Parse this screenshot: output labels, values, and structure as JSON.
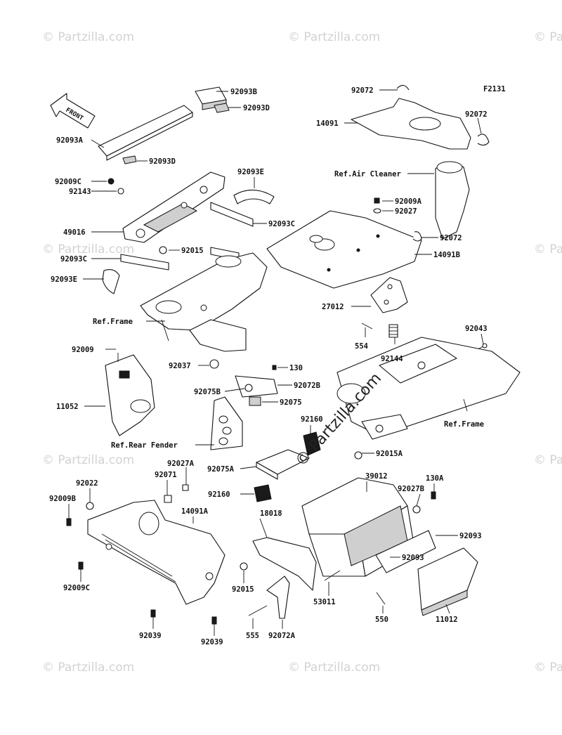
{
  "figure_code": "F2131",
  "watermark": "© Partzilla.com",
  "center_watermark": "© Partzilla.com",
  "front_arrow": "FRONT",
  "labels": {
    "l92072_top": "92072",
    "l92093B": "92093B",
    "l92093D_top": "92093D",
    "l92072_right": "92072",
    "l14091": "14091",
    "lRefAirCleaner": "Ref.Air Cleaner",
    "l92093A": "92093A",
    "l92093D_mid": "92093D",
    "l92093E_top": "92093E",
    "l92009C_top": "92009C",
    "l92143": "92143",
    "l92009A": "92009A",
    "l92027": "92027",
    "l92093C_right": "92093C",
    "l49016": "49016",
    "l92072_mid": "92072",
    "l92015_mid": "92015",
    "l92093C_left": "92093C",
    "l14091B": "14091B",
    "l92093E_left": "92093E",
    "l27012": "27012",
    "lRefFrame_left": "Ref.Frame",
    "l92043": "92043",
    "l554": "554",
    "l92144": "92144",
    "l92009": "92009",
    "l92037": "92037",
    "l130": "130",
    "l92072B": "92072B",
    "l92075B": "92075B",
    "l92075": "92075",
    "l11052": "11052",
    "lRefFrame_right": "Ref.Frame",
    "l92160_top": "92160",
    "lRefRearFender": "Ref.Rear Fender",
    "l92075A": "92075A",
    "l92015A": "92015A",
    "l92027A": "92027A",
    "l92071": "92071",
    "l92022": "92022",
    "l39012": "39012",
    "l130A": "130A",
    "l92160_bot": "92160",
    "l92027B": "92027B",
    "l92009B": "92009B",
    "l14091A": "14091A",
    "l18018": "18018",
    "l92093": "92093",
    "l92093_inner": "92093",
    "l92009C_bot": "92009C",
    "l92015_bot": "92015",
    "l53011": "53011",
    "l550": "550",
    "l11012": "11012",
    "l92039_left": "92039",
    "l92039_right": "92039",
    "l555": "555",
    "l92072A": "92072A"
  }
}
